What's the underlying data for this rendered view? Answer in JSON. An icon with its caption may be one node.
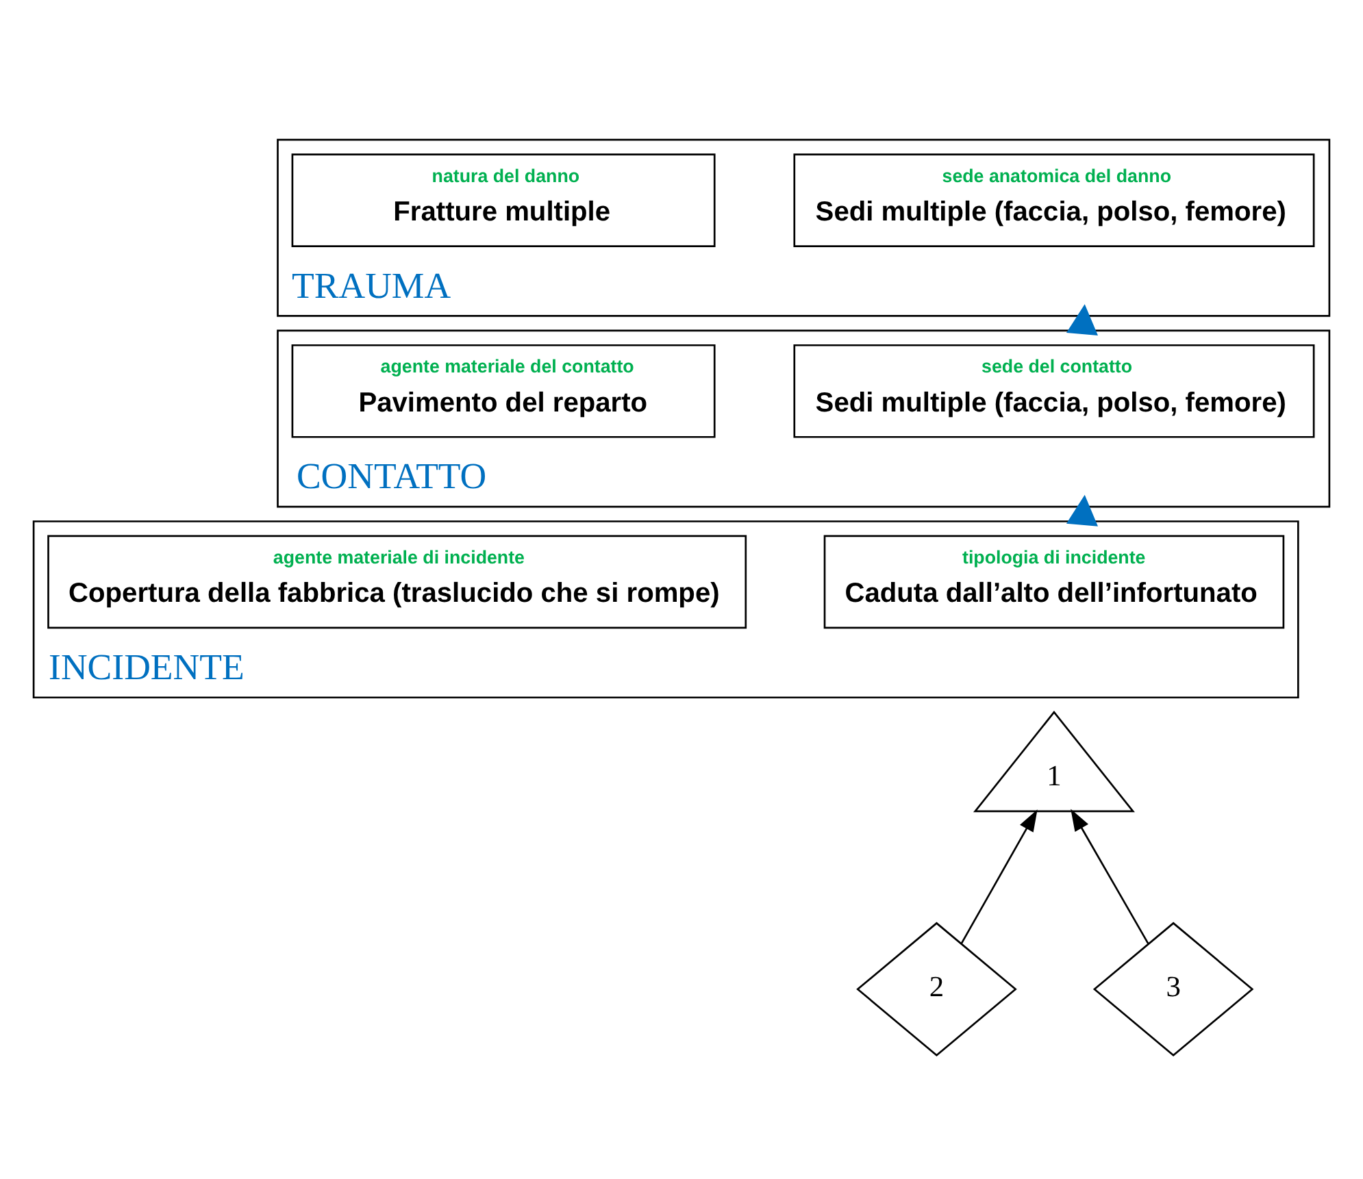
{
  "diagram": {
    "nodes": [
      {
        "text": [
          "TRAUMA"
        ]
      },
      {
        "text": [
          "sede anatomica del danno",
          "Sedi multiple (faccia, polso, femore)"
        ],
        "in": 0
      },
      {
        "text": [
          "natura del danno",
          "Fratture multiple"
        ],
        "in": 0
      },
      {
        "text": [
          "CONTATTO"
        ]
      },
      {
        "text": [
          "sede del contatto",
          "Sedi multiple (faccia, polso, femore)"
        ],
        "in": 3
      },
      {
        "text": [
          "agente materiale del contatto",
          "Pavimento del reparto"
        ],
        "in": 3
      },
      {
        "text": [
          "INCIDENTE"
        ]
      },
      {
        "text": [
          "tipologia di incidente",
          "Caduta dall’alto dell’infortunato"
        ],
        "in": 6
      },
      {
        "text": [
          "agente materiale di incidente",
          "Copertura della fabbrica (traslucido che si rompe)"
        ],
        "in": 6
      },
      {
        "text": [
          "1"
        ]
      },
      {
        "text": [
          "2"
        ]
      },
      {
        "text": [
          "3"
        ]
      }
    ],
    "edges": [
      {
        "from": 3,
        "to": 0,
        "arrow": "to",
        "style": "thick",
        "color": "#0070c0"
      },
      {
        "from": 6,
        "to": 3,
        "arrow": "to",
        "style": "thick",
        "color": "#0070c0"
      },
      {
        "from": 10,
        "to": 9,
        "arrow": "to"
      },
      {
        "from": 11,
        "to": 9,
        "arrow": "to"
      }
    ]
  }
}
